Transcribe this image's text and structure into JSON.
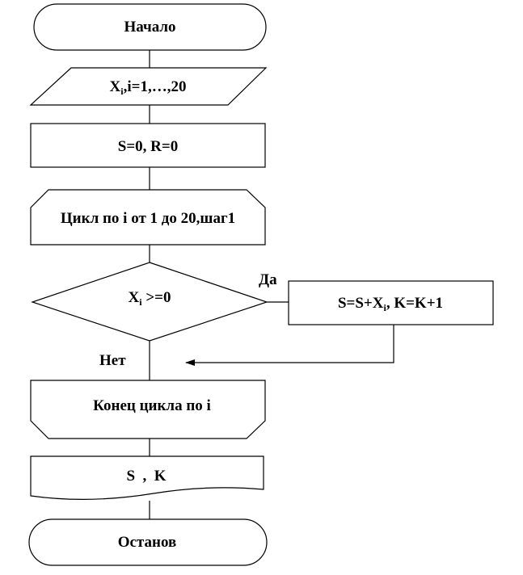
{
  "flowchart": {
    "start": {
      "label": "Начало"
    },
    "input": {
      "var": "X",
      "sub": "i",
      "rest": ",i=1,…,20"
    },
    "init": {
      "label": "S=0, R=0"
    },
    "loop_start": {
      "label": "Цикл по i от 1 до 20,шаг1"
    },
    "decision": {
      "var": "X",
      "sub": "i",
      "rest": " >=0"
    },
    "yes_label": "Да",
    "no_label": "Нет",
    "process": {
      "part1": "S=S+X",
      "sub": "i",
      "part2": ", K=K+1"
    },
    "loop_end": {
      "label": "Конец цикла по i"
    },
    "output": {
      "label": "S  ,  K"
    },
    "end": {
      "label": "Останов"
    }
  }
}
